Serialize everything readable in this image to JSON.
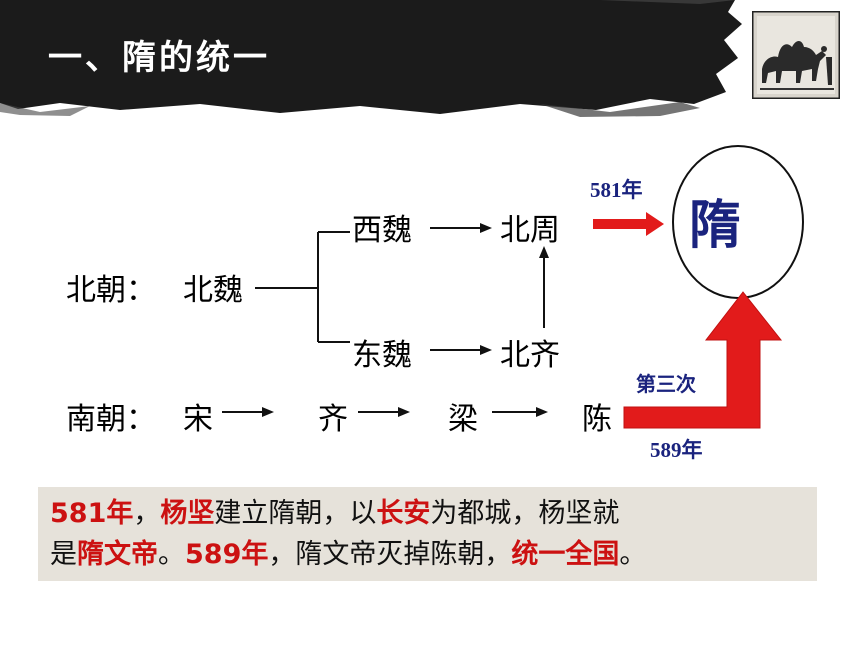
{
  "slide_title": "一、隋的统一",
  "diagram": {
    "north_label": "北朝：",
    "south_label": "南朝：",
    "bei_wei": "北魏",
    "xi_wei": "西魏",
    "dong_wei": "东魏",
    "bei_zhou": "北周",
    "bei_qi": "北齐",
    "song": "宋",
    "qi": "齐",
    "liang": "梁",
    "chen": "陈",
    "sui": "隋",
    "year_581": "581年",
    "year_589": "589年",
    "third_time": "第三次"
  },
  "info": {
    "line1": [
      {
        "text": "581年",
        "hl": true
      },
      {
        "text": "，",
        "hl": false
      },
      {
        "text": "杨坚",
        "hl": true
      },
      {
        "text": "建立隋朝，以",
        "hl": false
      },
      {
        "text": "长安",
        "hl": true
      },
      {
        "text": "为都城，杨坚就",
        "hl": false
      }
    ],
    "line2": [
      {
        "text": "是",
        "hl": false
      },
      {
        "text": "隋文帝",
        "hl": true
      },
      {
        "text": "。",
        "hl": false
      },
      {
        "text": "589年",
        "hl": true
      },
      {
        "text": "，隋文帝灭掉陈朝，",
        "hl": false
      },
      {
        "text": "统一全国",
        "hl": true
      },
      {
        "text": "。",
        "hl": false
      }
    ]
  },
  "colors": {
    "arrow_red": "#e21b1b",
    "year_blue": "#1a237e",
    "highlight_red": "#cc1111",
    "box_bg": "#e6e2da"
  }
}
